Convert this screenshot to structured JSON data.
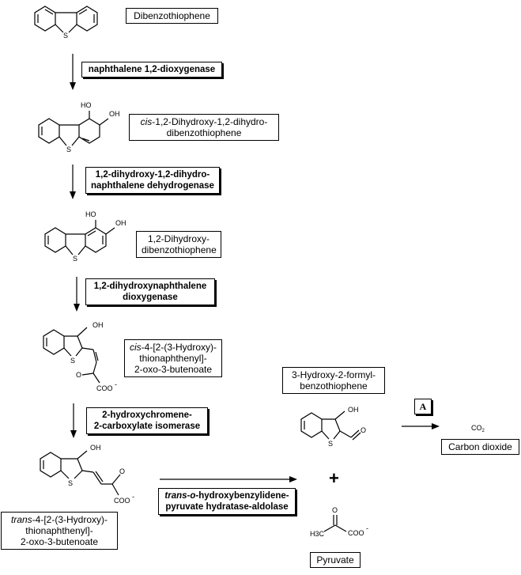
{
  "compounds": {
    "c1": {
      "name": "Dibenzothiophene"
    },
    "c2": {
      "prefix": "cis",
      "line1": "-1,2-Dihydroxy-1,2-dihydro-",
      "line2": "dibenzothiophene"
    },
    "c3": {
      "line1": "1,2-Dihydroxy-",
      "line2": "dibenzothiophene"
    },
    "c4": {
      "prefix": "cis",
      "line1": "-4-[2-(3-Hydroxy)-",
      "line2": "thionaphthenyl]-",
      "line3": "2-oxo-3-butenoate"
    },
    "c5": {
      "prefix": "trans",
      "line1": "-4-[2-(3-Hydroxy)-",
      "line2": "thionaphthenyl]-",
      "line3": "2-oxo-3-butenoate"
    },
    "c6": {
      "line1": "3-Hydroxy-2-formyl-",
      "line2": "benzothiophene"
    },
    "c7": {
      "name": "Carbon dioxide"
    },
    "c8": {
      "name": "Pyruvate"
    }
  },
  "enzymes": {
    "e1": {
      "line1": "naphthalene 1,2-dioxygenase"
    },
    "e2": {
      "line1": "1,2-dihydroxy-1,2-dihydro-",
      "line2": "naphthalene dehydrogenase"
    },
    "e3": {
      "line1": "1,2-dihydroxynaphthalene",
      "line2": "dioxygenase"
    },
    "e4": {
      "line1": "2-hydroxychromene-",
      "line2": "2-carboxylate isomerase"
    },
    "e5": {
      "prefix": "trans-o",
      "line1": "-hydroxybenzylidene-",
      "line2": "pyruvate hydratase-aldolase"
    }
  },
  "step_a": {
    "label": "A"
  },
  "plus_sign": "+",
  "atom_labels": {
    "s": "S",
    "oh": "OH",
    "ho": "HO",
    "o": "O",
    "coo": "COO",
    "minus": "-",
    "co2": "CO",
    "two": "2",
    "h3c": "H3C"
  }
}
